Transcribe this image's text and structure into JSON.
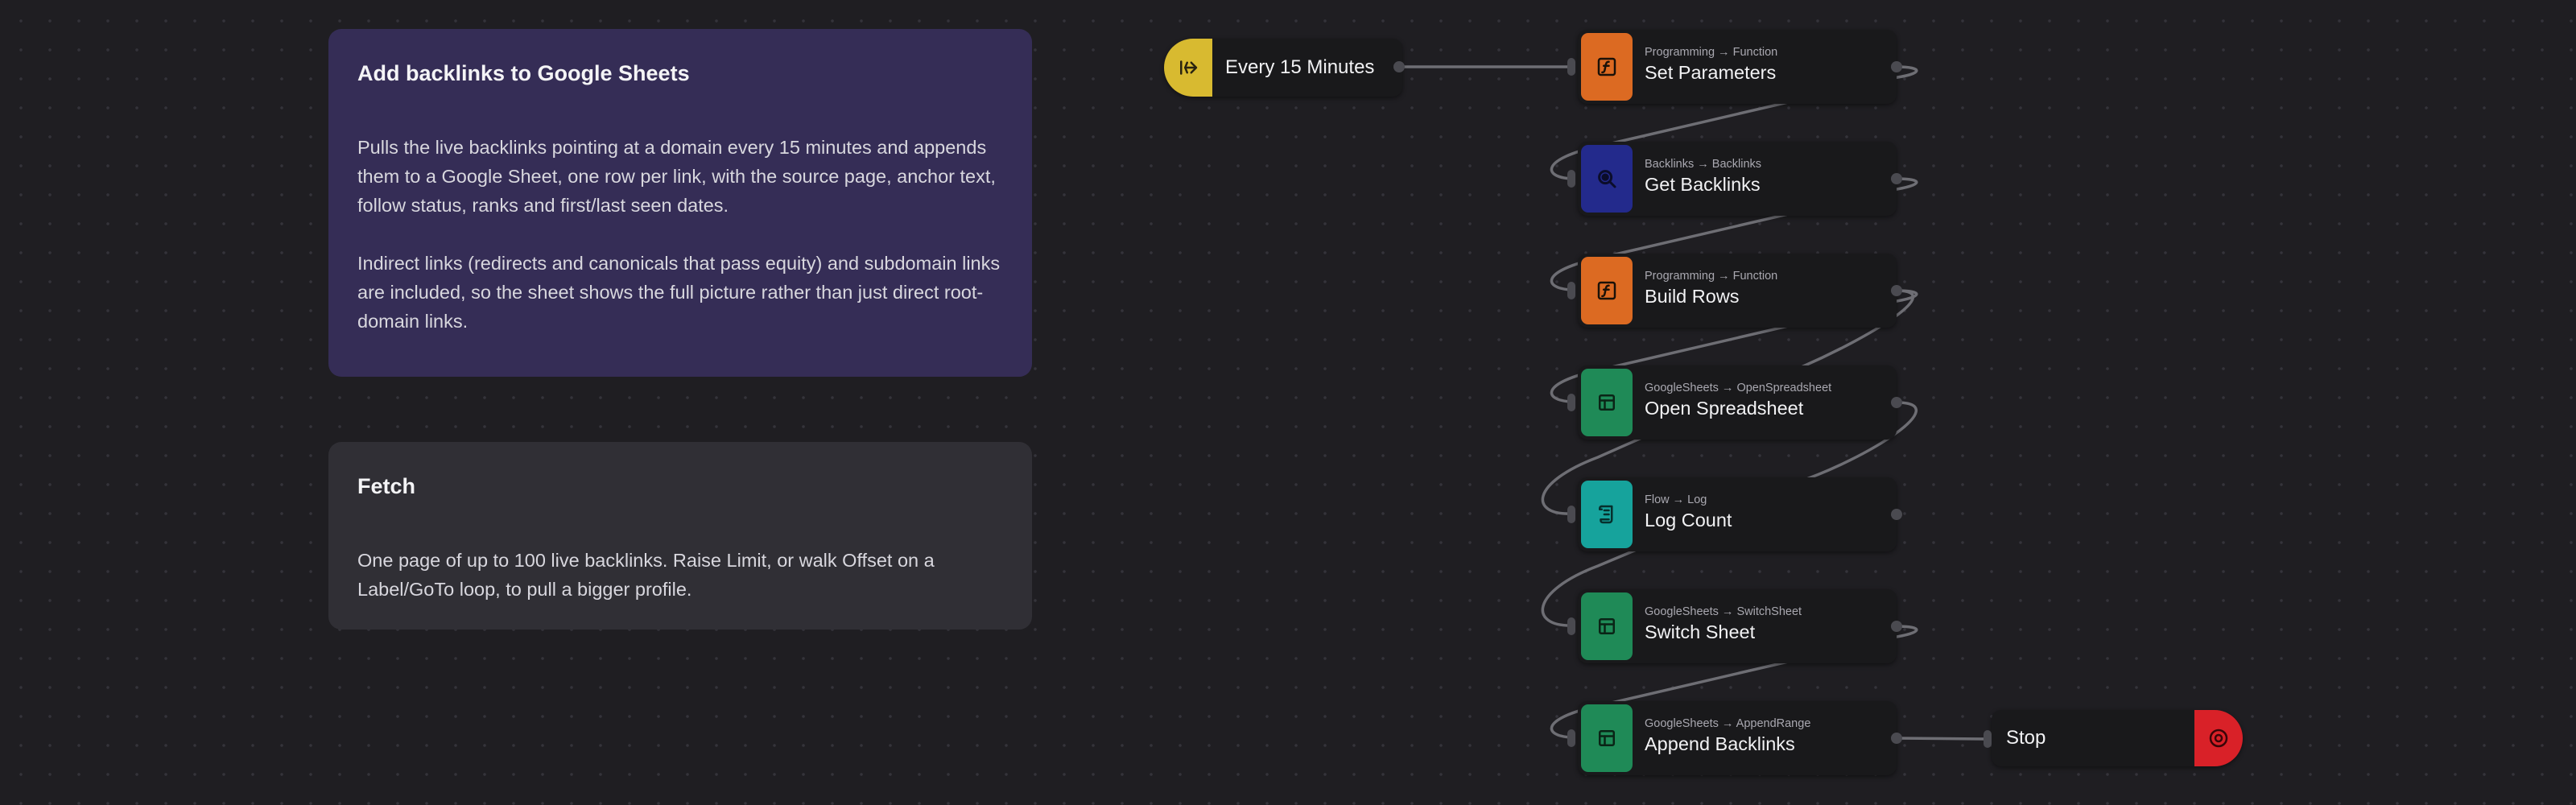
{
  "notes": [
    {
      "title": "Add backlinks to Google Sheets",
      "paragraphs": [
        "Pulls the live backlinks pointing at a domain every 15 minutes and appends them to a Google Sheet, one row per link, with the source page, anchor text, follow status, ranks and first/last seen dates.",
        "Indirect links (redirects and canonicals that pass equity) and subdomain links are included, so the sheet shows the full picture rather than just direct root-domain links."
      ]
    },
    {
      "title": "Fetch",
      "paragraphs": [
        "One page of up to 100 live backlinks. Raise Limit, or walk Offset on a Label/GoTo loop, to pull a bigger profile."
      ]
    }
  ],
  "trigger": {
    "label": "Every 15 Minutes",
    "icon": "trigger-icon",
    "color": "#d8ba30"
  },
  "nodes": [
    {
      "category": "Programming → Function",
      "title": "Set Parameters",
      "icon": "function-icon",
      "color": "#dc6a22"
    },
    {
      "category": "Backlinks → Backlinks",
      "title": "Get Backlinks",
      "icon": "search-icon",
      "color": "#232a8c"
    },
    {
      "category": "Programming → Function",
      "title": "Build Rows",
      "icon": "function-icon",
      "color": "#dc6a22"
    },
    {
      "category": "GoogleSheets → OpenSpreadsheet",
      "title": "Open Spreadsheet",
      "icon": "sheets-icon",
      "color": "#1f8a57"
    },
    {
      "category": "Flow → Log",
      "title": "Log Count",
      "icon": "log-icon",
      "color": "#16a39c"
    },
    {
      "category": "GoogleSheets → SwitchSheet",
      "title": "Switch Sheet",
      "icon": "sheets-icon",
      "color": "#1f8a57"
    },
    {
      "category": "GoogleSheets → AppendRange",
      "title": "Append Backlinks",
      "icon": "sheets-icon",
      "color": "#1f8a57"
    }
  ],
  "stop": {
    "label": "Stop",
    "icon": "stop-icon",
    "color": "#d92128"
  },
  "colors": {
    "background": "#1f1e22",
    "node": "#19191b",
    "wire": "#6e6e74"
  }
}
